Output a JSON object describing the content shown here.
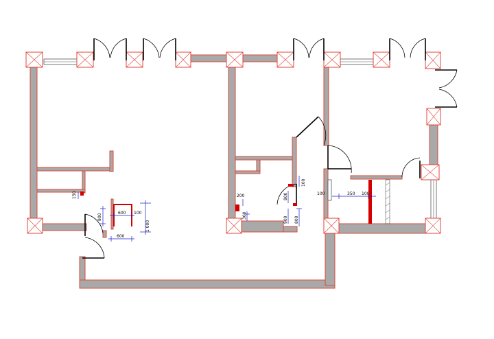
{
  "plan": {
    "dimensions": [
      {
        "id": "d1",
        "text": "600"
      },
      {
        "id": "d2",
        "text": "100"
      },
      {
        "id": "d3",
        "text": "1 000"
      },
      {
        "id": "d4",
        "text": "800"
      },
      {
        "id": "d5",
        "text": "150"
      },
      {
        "id": "d6",
        "text": "600"
      },
      {
        "id": "d7",
        "text": "200"
      },
      {
        "id": "d8",
        "text": "300"
      },
      {
        "id": "d9",
        "text": "800"
      },
      {
        "id": "d10",
        "text": "100"
      },
      {
        "id": "d11",
        "text": "900"
      },
      {
        "id": "d12",
        "text": "800"
      },
      {
        "id": "d13",
        "text": "100"
      },
      {
        "id": "d14",
        "text": "350"
      },
      {
        "id": "d15",
        "text": "100"
      }
    ],
    "colors": {
      "wall_fill": "#a9a9a9",
      "wall_outline": "#d94a3a",
      "dimension_line": "#1a1acc",
      "fixture": "#d40000"
    }
  }
}
